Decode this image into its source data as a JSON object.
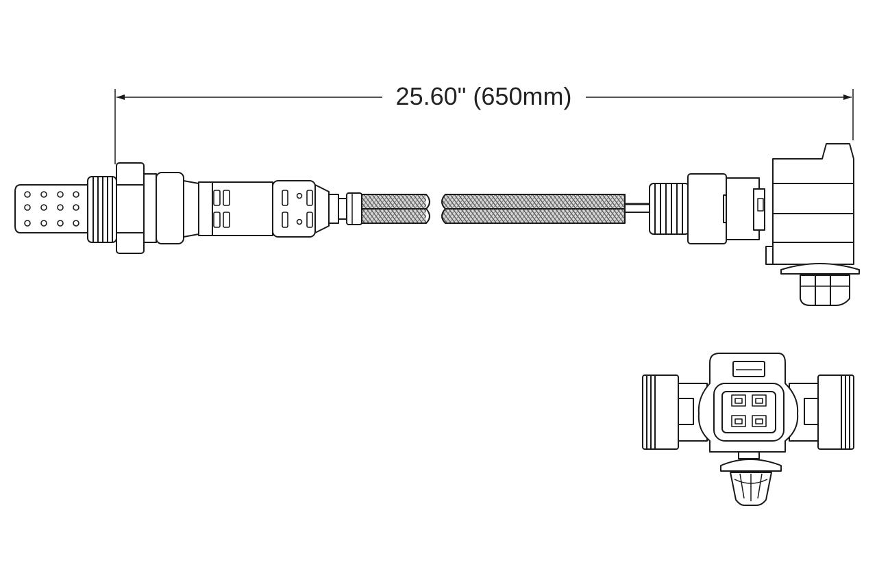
{
  "dimension": {
    "label": "25.60\" (650mm)"
  },
  "colors": {
    "line": "#1a1a1a",
    "braid": "#8a8a8a",
    "background": "#ffffff"
  },
  "parts": [
    "sensor-tip",
    "threaded-body",
    "hex-nut",
    "sensor-housing",
    "crimp-ferrule",
    "braided-cable",
    "cable-grommet",
    "wire-connector",
    "mounting-clip",
    "connector-face"
  ]
}
